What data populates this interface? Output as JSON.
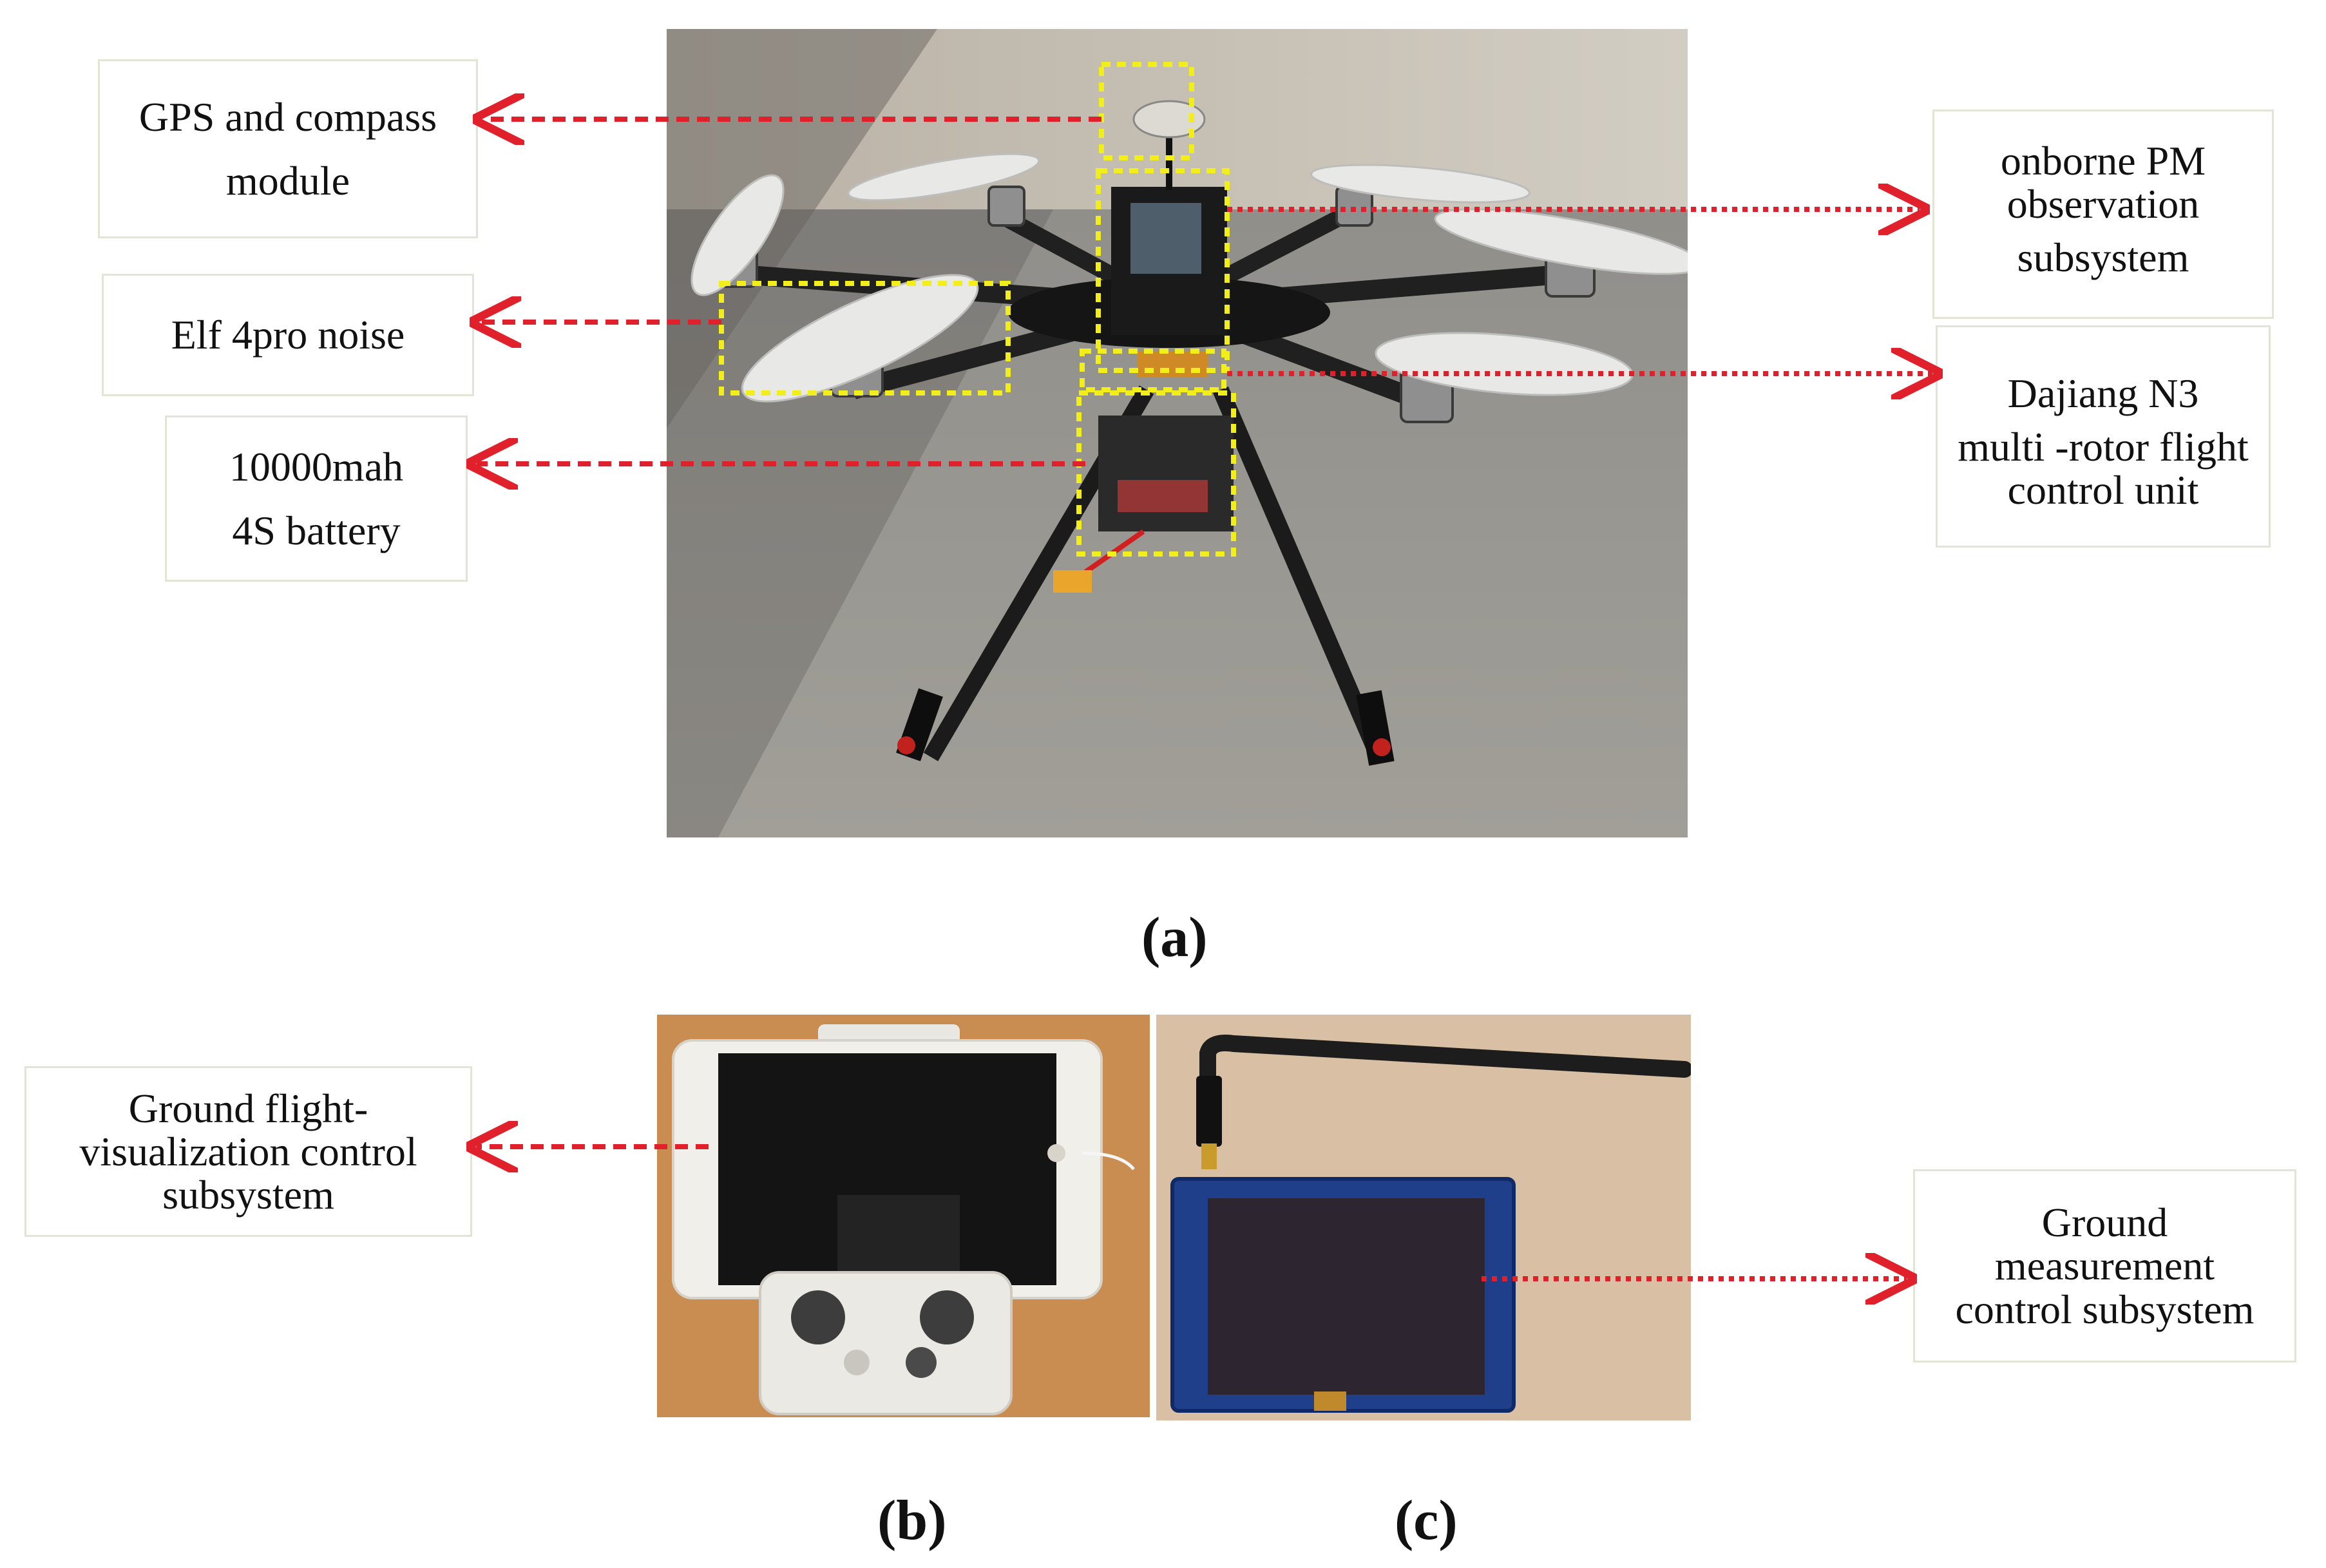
{
  "figure": {
    "panels": [
      {
        "id": "a",
        "label": "(a)"
      },
      {
        "id": "b",
        "label": "(b)"
      },
      {
        "id": "c",
        "label": "(c)"
      }
    ],
    "callouts": {
      "gps": [
        "GPS and compass",
        "module"
      ],
      "elf": [
        "Elf 4pro noise"
      ],
      "battery": [
        "10000mah",
        "4S battery"
      ],
      "pm": [
        "onborne PM",
        "observation",
        "subsystem"
      ],
      "n3": [
        "Dajiang N3",
        "multi -rotor flight",
        "control unit"
      ],
      "ground_flight": [
        "Ground flight-",
        "visualization control",
        "subsystem"
      ],
      "ground_measure": [
        "Ground",
        "measurement",
        "control subsystem"
      ]
    },
    "colors": {
      "arrow": "#e0202a",
      "highlight_box": "#f2ee1a",
      "label_border": "#e3e3d6"
    }
  }
}
